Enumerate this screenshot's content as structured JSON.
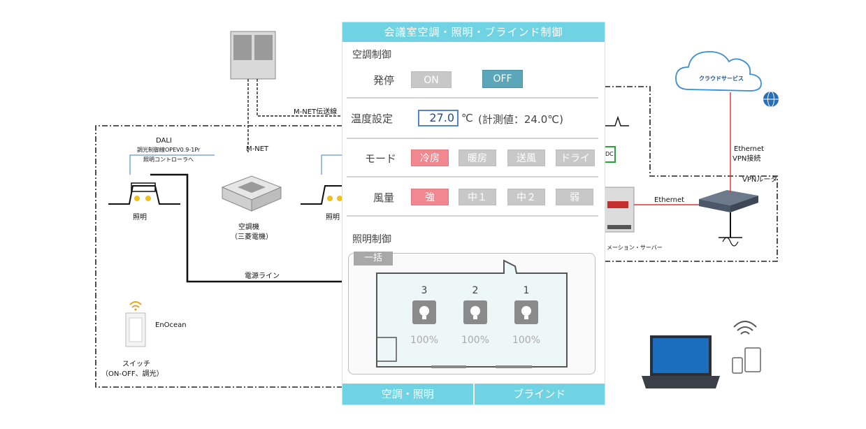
{
  "diagram": {
    "mnet_transmission": "M-NET伝送線",
    "dali": "DALI",
    "dimming_line1": "調光制御線OPEV0.9-1Pr",
    "dimming_line2": "照明コントローラへ",
    "mnet": "M-NET",
    "light_left": "照明",
    "light_right": "照明",
    "aircon1": "空調機",
    "aircon2": "（三菱電機）",
    "power_line": "電源ライン",
    "enocean": "EnOcean",
    "switch1": "スイッチ",
    "switch2": "（ON-OFF、調光）",
    "cloud": "クラウドサービス",
    "eth_vpn1": "Ethernet",
    "eth_vpn2": "VPN接続",
    "vpn_router": "VPNルータ",
    "ethernet": "Ethernet",
    "server": "メーション・サーバー",
    "dc": "DC"
  },
  "panel": {
    "title": "会議室空調・照明・ブラインド制御",
    "aircon_section": "空調制御",
    "power_label": "発停",
    "on": "ON",
    "off": "OFF",
    "temp_label": "温度設定",
    "temp_value": "27.0",
    "temp_unit": "℃",
    "temp_measured": "(計測値：24.0℃)",
    "mode_label": "モード",
    "mode_cool": "冷房",
    "mode_heat": "暖房",
    "mode_fan": "送風",
    "mode_dry": "ドライ",
    "fan_label": "風量",
    "fan_strong": "強",
    "fan_mid1": "中１",
    "fan_mid2": "中２",
    "fan_weak": "弱",
    "light_section": "照明制御",
    "bulk": "一括",
    "lamps": [
      {
        "num": "3",
        "pct": "100%"
      },
      {
        "num": "2",
        "pct": "100%"
      },
      {
        "num": "1",
        "pct": "100%"
      }
    ],
    "tab_aircon_light": "空調・照明",
    "tab_blind": "ブラインド"
  }
}
